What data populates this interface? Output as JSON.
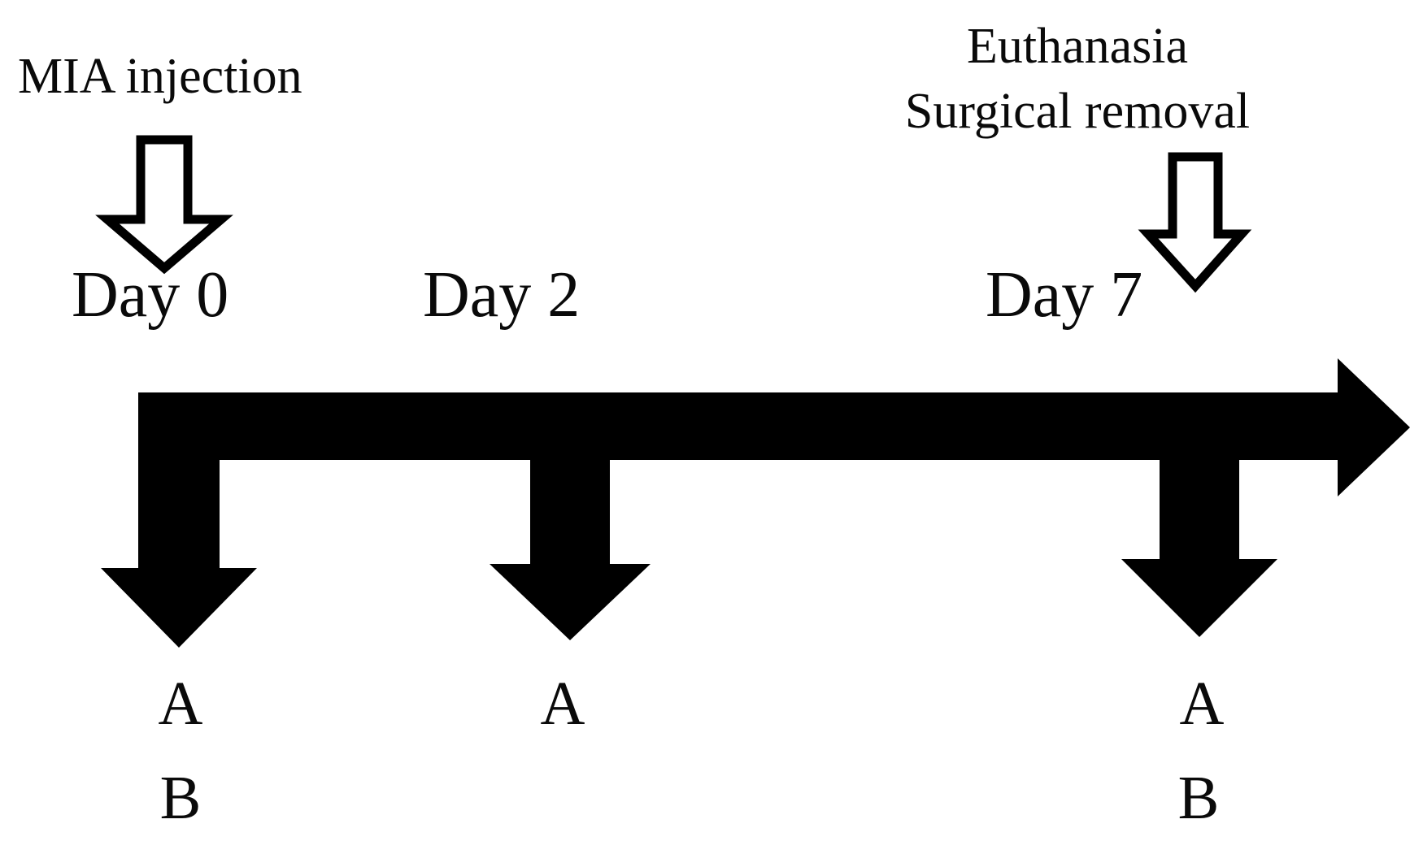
{
  "figure": {
    "type": "experimental-timeline-diagram",
    "background_color": "#ffffff",
    "ink_color": "#000000"
  },
  "events": {
    "start": {
      "label": "MIA injection",
      "marker_icon": "hollow-down-arrow-icon",
      "points_to": "Day 0"
    },
    "end": {
      "line1": "Euthanasia",
      "line2": "Surgical removal",
      "marker_icon": "hollow-down-arrow-icon",
      "points_to": "Day 7"
    }
  },
  "timeline": {
    "axis_icon": "right-arrow-icon",
    "direction": "left-to-right",
    "timepoints": [
      {
        "day_label": "Day 0",
        "branch_icon": "solid-down-arrow-icon",
        "groups": [
          "A",
          "B"
        ]
      },
      {
        "day_label": "Day 2",
        "branch_icon": "solid-down-arrow-icon",
        "groups": [
          "A"
        ]
      },
      {
        "day_label": "Day 7",
        "branch_icon": "solid-down-arrow-icon",
        "groups": [
          "A",
          "B"
        ]
      }
    ]
  }
}
